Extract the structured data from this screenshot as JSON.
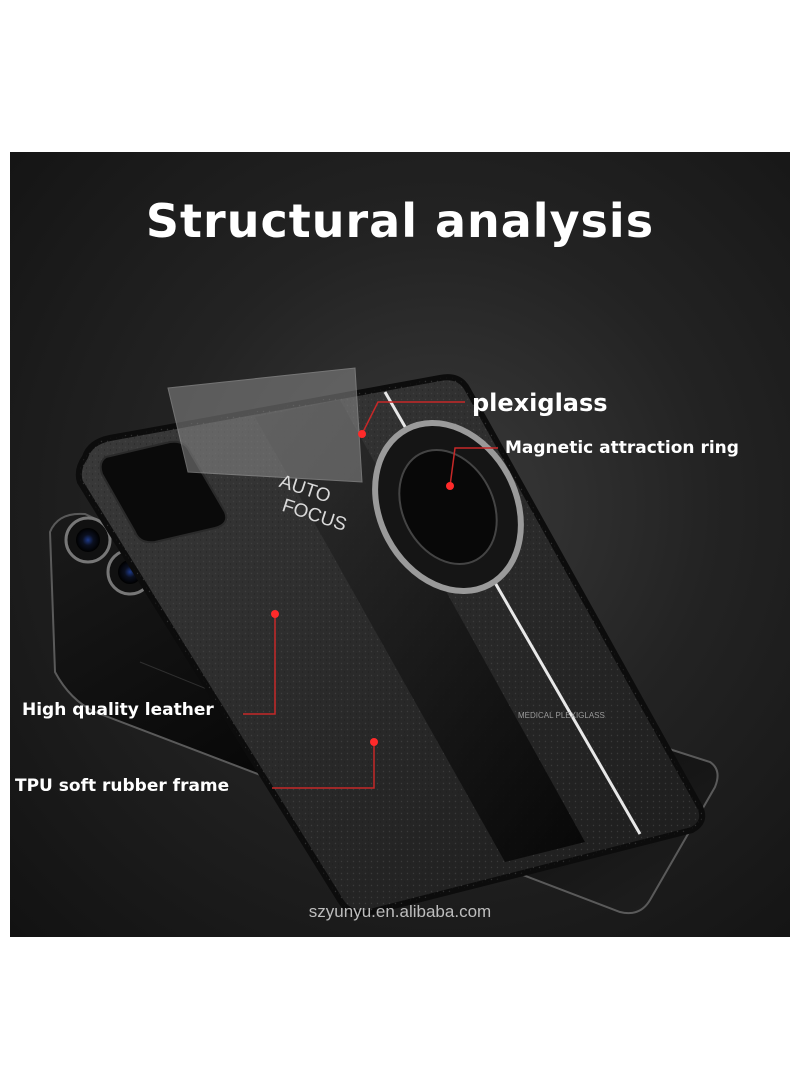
{
  "title": "Structural analysis",
  "labels": {
    "plexiglass": "plexiglass",
    "ring": "Magnetic attraction ring",
    "leather": "High quality leather",
    "tpu": "TPU soft rubber frame"
  },
  "case_print": {
    "line1": "AUTO",
    "line2": "FOCUS",
    "small": "MEDICAL PLEXIGLASS"
  },
  "watermark": "szyunyu.en.alibaba.com",
  "colors": {
    "background": "#1c1c1c",
    "text": "#ffffff",
    "callout": "#c62828"
  }
}
